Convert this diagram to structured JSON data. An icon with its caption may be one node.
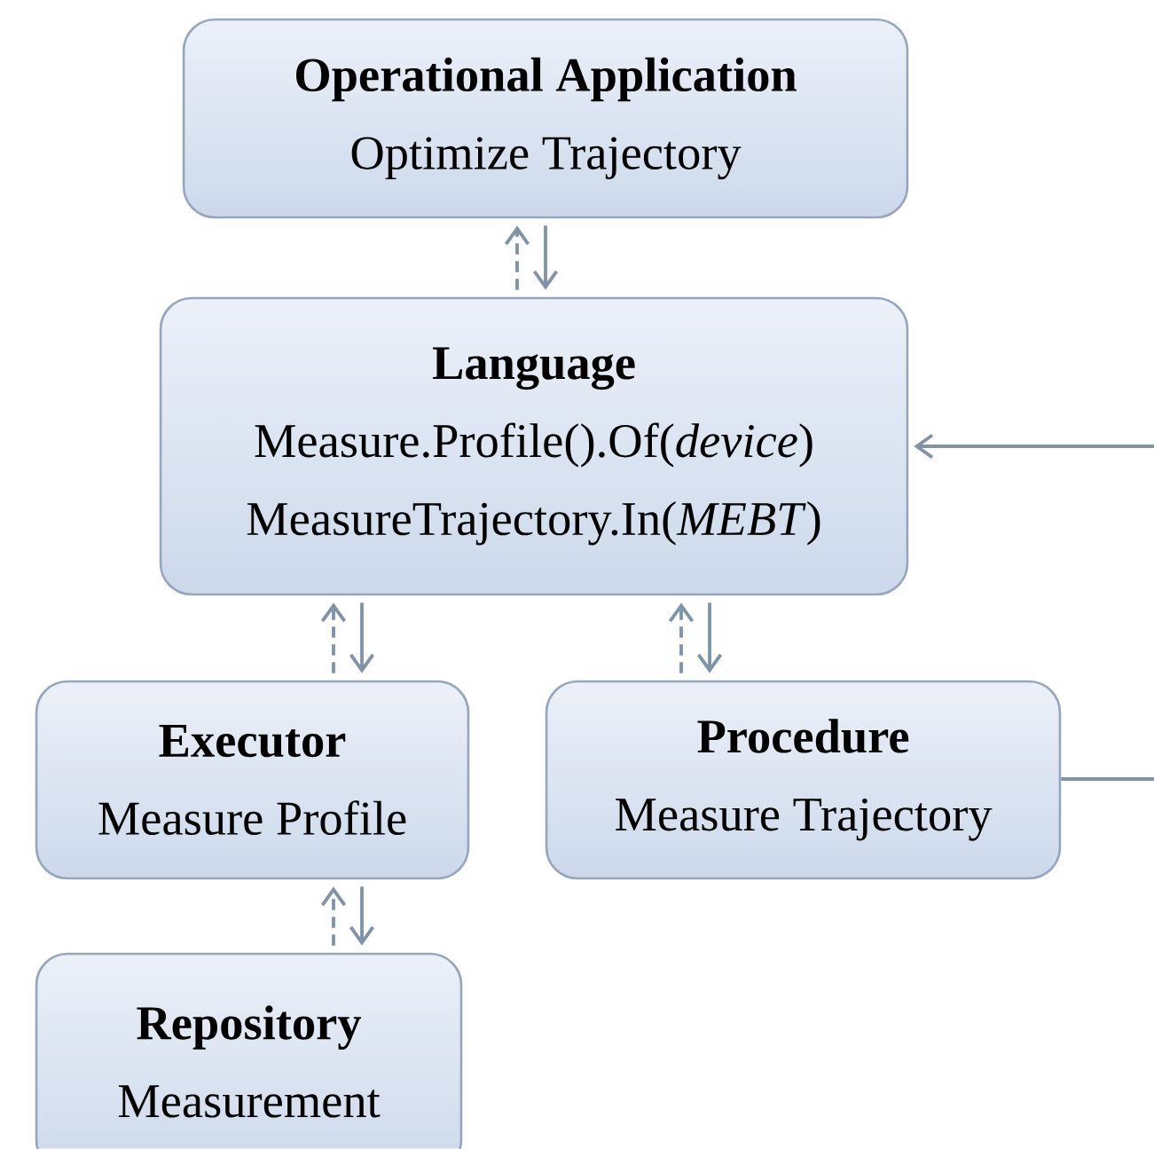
{
  "diagram": {
    "nodes": [
      {
        "text": [
          "Operational Application",
          "Optimize Trajectory"
        ]
      },
      {
        "text": [
          "Language",
          "Measure.Profile().Of(*device*)",
          "MeasureTrajectory.In(*MEBT*)"
        ]
      },
      {
        "text": [
          "Executor",
          "Measure Profile"
        ]
      },
      {
        "text": [
          "Procedure",
          "Measure Trajectory"
        ]
      },
      {
        "text": [
          "Repository",
          "Measurement"
        ]
      }
    ],
    "edges": [
      {
        "from": 1,
        "to": 0,
        "arrow": "to",
        "style": "dashed"
      },
      {
        "from": 0,
        "to": 1,
        "arrow": "to"
      },
      {
        "from": 2,
        "to": 1,
        "arrow": "to",
        "style": "dashed"
      },
      {
        "from": 1,
        "to": 2,
        "arrow": "to"
      },
      {
        "from": 3,
        "to": 1,
        "arrow": "to",
        "style": "dashed"
      },
      {
        "from": 1,
        "to": 3,
        "arrow": "to"
      },
      {
        "from": 4,
        "to": 2,
        "arrow": "to",
        "style": "dashed"
      },
      {
        "from": 2,
        "to": 4,
        "arrow": "to"
      },
      {
        "from": 3,
        "to": null,
        "arrow": "none"
      },
      {
        "from": null,
        "to": 1,
        "arrow": "to"
      }
    ]
  }
}
